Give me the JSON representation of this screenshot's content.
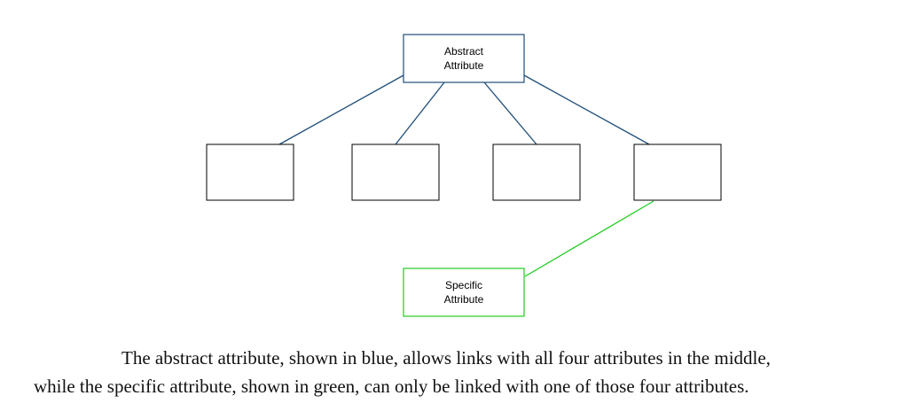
{
  "diagram": {
    "abstract_node": {
      "label_line1": "Abstract",
      "label_line2": "Attribute"
    },
    "specific_node": {
      "label_line1": "Specific",
      "label_line2": "Attribute"
    },
    "middle_node_count": 4,
    "colors": {
      "abstract": "#1f4e79",
      "specific": "#22cc22",
      "middle": "#000000"
    }
  },
  "caption": {
    "line1": "The abstract attribute, shown in blue, allows links with all four attributes in the middle,",
    "line2": "while the specific attribute, shown in green, can only be linked with one of those four attributes."
  }
}
